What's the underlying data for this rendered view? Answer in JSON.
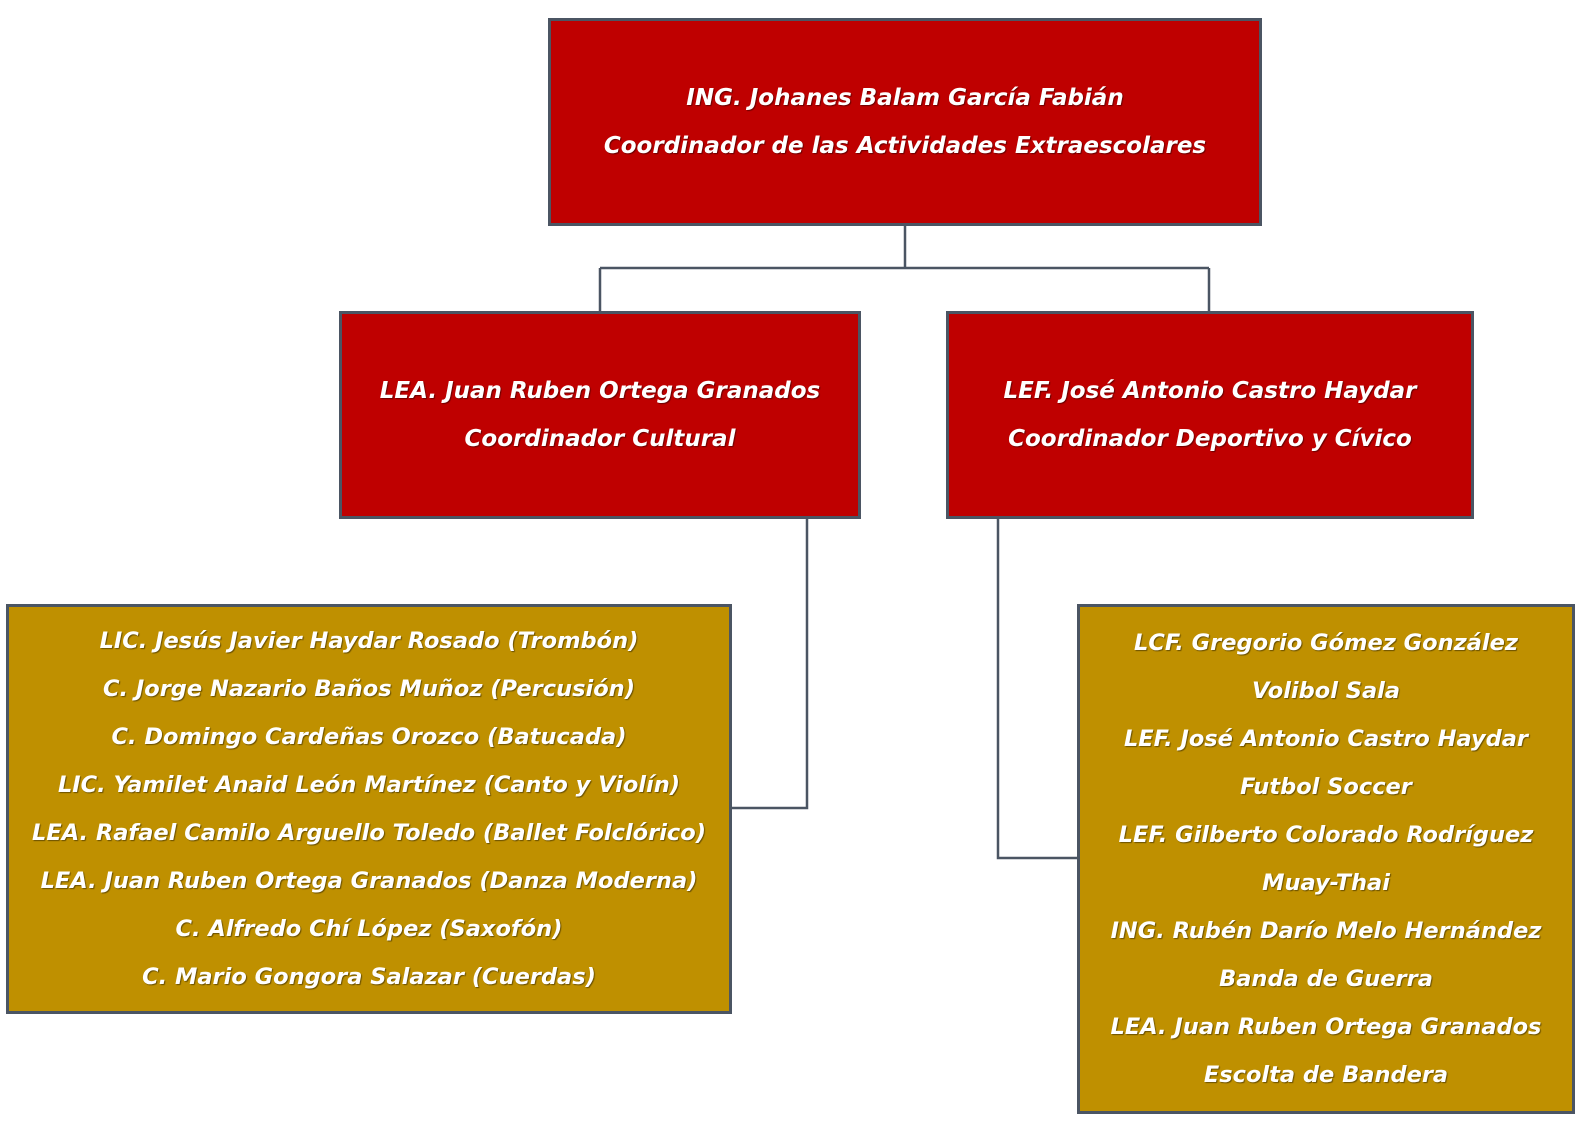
{
  "colors": {
    "coordinator_fill": "#bf0000",
    "staff_fill": "#bf9000",
    "border": "#4b5563",
    "connector": "#4b5563",
    "text": "#ffffff"
  },
  "top": {
    "name": "ING. Johanes Balam García Fabián",
    "role": "Coordinador de las Actividades Extraescolares"
  },
  "cultural": {
    "name": "LEA. Juan Ruben Ortega Granados",
    "role": "Coordinador Cultural",
    "staff": [
      "LIC. Jesús Javier Haydar Rosado (Trombón)",
      "C. Jorge Nazario Baños Muñoz (Percusión)",
      "C. Domingo Cardeñas Orozco (Batucada)",
      "LIC. Yamilet Anaid León Martínez (Canto y Violín)",
      "LEA. Rafael Camilo Arguello Toledo  (Ballet Folclórico)",
      "LEA. Juan Ruben Ortega Granados (Danza Moderna)",
      "C. Alfredo Chí López (Saxofón)",
      "C. Mario Gongora Salazar (Cuerdas)"
    ]
  },
  "sports": {
    "name": "LEF. José Antonio Castro Haydar",
    "role": "Coordinador Deportivo y Cívico",
    "staff": [
      "LCF. Gregorio Gómez González",
      "Volibol Sala",
      "LEF. José Antonio Castro Haydar",
      "Futbol Soccer",
      "LEF. Gilberto Colorado Rodríguez",
      "Muay-Thai",
      "ING. Rubén Darío Melo Hernández",
      "Banda de Guerra",
      "LEA. Juan Ruben Ortega Granados",
      "Escolta de Bandera"
    ]
  }
}
